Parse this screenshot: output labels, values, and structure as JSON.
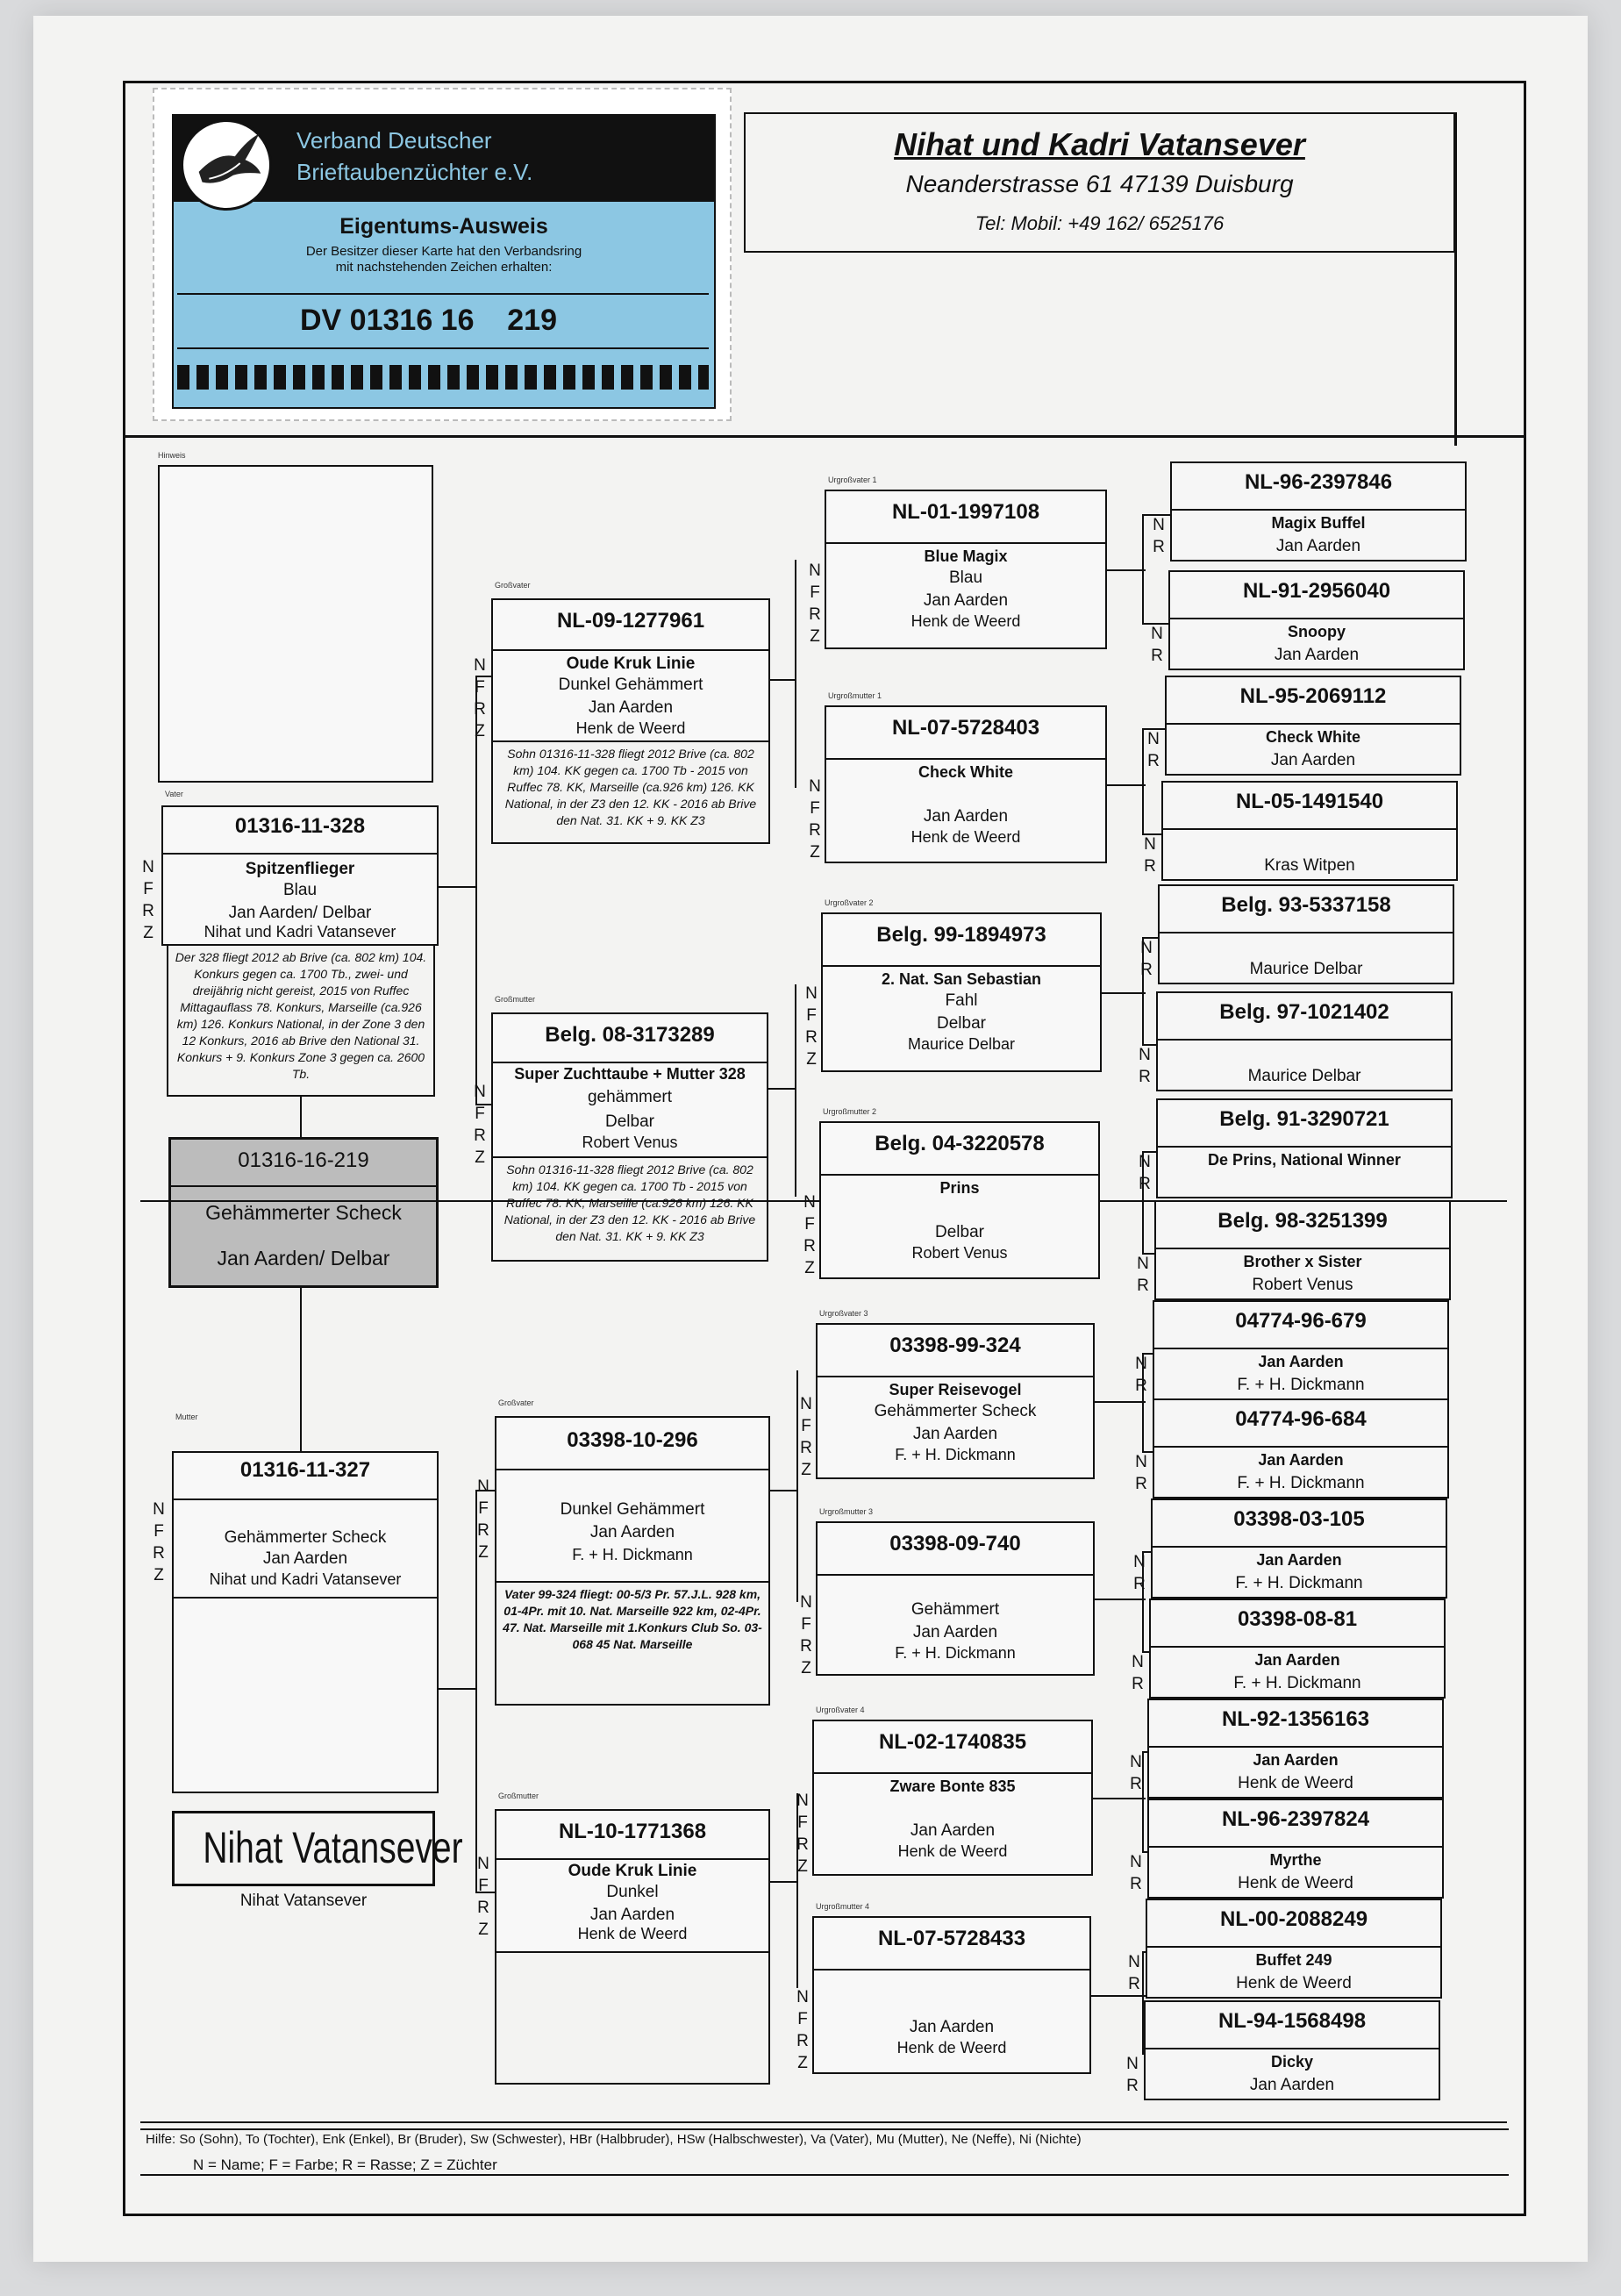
{
  "card": {
    "org_line1": "Verband Deutscher",
    "org_line2": "Brieftaubenzüchter e.V.",
    "title": "Eigentums-Ausweis",
    "text1": "Der Besitzer dieser Karte hat den Verbandsring",
    "text2": "mit nachstehenden Zeichen erhalten:",
    "ring": "DV 01316 16    219"
  },
  "owner": {
    "name": "Nihat und Kadri Vatansever",
    "address": "Neanderstrasse 61 47139 Duisburg",
    "phone": "Tel:  Mobil: +49 162/ 6525176"
  },
  "section_labels": {
    "hinweis": "Hinweis",
    "vater": "Vater",
    "mutter": "Mutter",
    "grossvater": "Großvater",
    "grossmutter": "Großmutter",
    "ugv1": "Urgroßvater 1",
    "ugm1": "Urgroßmutter 1",
    "ugv2": "Urgroßvater 2",
    "ugm2": "Urgroßmutter 2",
    "ugv3": "Urgroßvater 3",
    "ugm3": "Urgroßmutter 3",
    "ugv4": "Urgroßvater 4",
    "ugm4": "Urgroßmutter 4"
  },
  "side_letters": {
    "n": "N",
    "f": "F",
    "r": "R",
    "z": "Z"
  },
  "subject": {
    "ring": "01316-16-219",
    "color": "Gehämmerter Scheck",
    "breeder": "Jan Aarden/ Delbar"
  },
  "father": {
    "ring": "01316-11-328",
    "name": "Spitzenflieger",
    "color": "Blau",
    "breeder": "Jan Aarden/ Delbar",
    "owner": "Nihat und Kadri Vatansever",
    "note": "Der 328 fliegt 2012 ab Brive (ca. 802 km) 104. Konkurs gegen ca. 1700 Tb., zwei- und dreijährig nicht gereist, 2015 von Ruffec Mittagauflass 78. Konkurs, Marseille (ca.926 km) 126. Konkurs National, in der Zone 3 den 12 Konkurs, 2016 ab Brive den National 31. Konkurs + 9. Konkurs Zone 3 gegen ca. 2600 Tb."
  },
  "mother": {
    "ring": "01316-11-327",
    "color": "Gehämmerter Scheck",
    "breeder": "Jan Aarden",
    "owner": "Nihat und Kadri Vatansever"
  },
  "gf1": {
    "ring": "NL-09-1277961",
    "name": "Oude Kruk Linie",
    "color": "Dunkel Gehämmert",
    "breeder": "Jan Aarden",
    "owner": "Henk de Weerd",
    "note": "Sohn 01316-11-328 fliegt 2012 Brive (ca. 802 km) 104. KK gegen ca. 1700 Tb - 2015 von Ruffec 78. KK, Marseille (ca.926 km) 126. KK National, in der Z3 den 12. KK -  2016 ab Brive den Nat. 31. KK + 9. KK Z3"
  },
  "gm1": {
    "ring": "Belg. 08-3173289",
    "name": "Super Zuchttaube + Mutter 328",
    "color": "gehämmert",
    "breeder": "Delbar",
    "owner": "Robert Venus",
    "note": "Sohn 01316-11-328 fliegt 2012 Brive (ca. 802 km) 104. KK gegen ca. 1700 Tb - 2015 von Ruffec 78. KK, Marseille (ca.926 km) 126. KK National, in der Z3 den 12. KK -  2016 ab Brive den Nat. 31. KK + 9. KK Z3"
  },
  "gf2": {
    "ring": "03398-10-296",
    "name": "",
    "color": "Dunkel Gehämmert",
    "breeder": "Jan Aarden",
    "owner": "F. + H. Dickmann",
    "note": "Vater 99-324 fliegt: 00-5/3 Pr. 57.J.L. 928 km, 01-4Pr. mit 10. Nat. Marseille 922 km, 02-4Pr. 47. Nat. Marseille mit 1.Konkurs Club So. 03-068 45 Nat. Marseille"
  },
  "gm2": {
    "ring": "NL-10-1771368",
    "name": "Oude Kruk Linie",
    "color": "Dunkel",
    "breeder": "Jan Aarden",
    "owner": "Henk de Weerd"
  },
  "ug": [
    {
      "ring": "NL-01-1997108",
      "name": "Blue Magix",
      "color": "Blau",
      "breeder": "Jan Aarden",
      "owner": "Henk de Weerd"
    },
    {
      "ring": "NL-07-5728403",
      "name": "Check White",
      "color": "",
      "breeder": "Jan Aarden",
      "owner": "Henk de Weerd"
    },
    {
      "ring": "Belg. 99-1894973",
      "name": "2. Nat. San Sebastian",
      "color": "Fahl",
      "breeder": "Delbar",
      "owner": "Maurice Delbar"
    },
    {
      "ring": "Belg. 04-3220578",
      "name": "Prins",
      "color": "",
      "breeder": "Delbar",
      "owner": "Robert Venus"
    },
    {
      "ring": "03398-99-324",
      "name": "Super Reisevogel",
      "color": "Gehämmerter Scheck",
      "breeder": "Jan Aarden",
      "owner": "F. + H. Dickmann"
    },
    {
      "ring": "03398-09-740",
      "name": "",
      "color": "Gehämmert",
      "breeder": "Jan Aarden",
      "owner": "F. + H. Dickmann"
    },
    {
      "ring": "NL-02-1740835",
      "name": "Zware Bonte 835",
      "color": "",
      "breeder": "Jan Aarden",
      "owner": "Henk de Weerd"
    },
    {
      "ring": "NL-07-5728433",
      "name": "",
      "color": "",
      "breeder": "Jan Aarden",
      "owner": "Henk de Weerd"
    }
  ],
  "uug": [
    {
      "ring": "NL-96-2397846",
      "name": "Magix Buffel",
      "breeder": "Jan Aarden"
    },
    {
      "ring": "NL-91-2956040",
      "name": "Snoopy",
      "breeder": "Jan Aarden"
    },
    {
      "ring": "NL-95-2069112",
      "name": "Check White",
      "breeder": "Jan Aarden"
    },
    {
      "ring": "NL-05-1491540",
      "name": "",
      "breeder": "Kras Witpen"
    },
    {
      "ring": "Belg. 93-5337158",
      "name": "",
      "breeder": "Maurice Delbar"
    },
    {
      "ring": "Belg. 97-1021402",
      "name": "",
      "breeder": "Maurice Delbar"
    },
    {
      "ring": "Belg. 91-3290721",
      "name": "De Prins, National Winner",
      "breeder": ""
    },
    {
      "ring": "Belg. 98-3251399",
      "name": "Brother x Sister",
      "breeder": "Robert Venus"
    },
    {
      "ring": "04774-96-679",
      "name": "Jan Aarden",
      "breeder": "F. + H. Dickmann"
    },
    {
      "ring": "04774-96-684",
      "name": "Jan Aarden",
      "breeder": "F. + H. Dickmann"
    },
    {
      "ring": "03398-03-105",
      "name": "Jan Aarden",
      "breeder": "F. + H. Dickmann"
    },
    {
      "ring": "03398-08-81",
      "name": "Jan Aarden",
      "breeder": "F. + H. Dickmann"
    },
    {
      "ring": "NL-92-1356163",
      "name": "Jan Aarden",
      "breeder": "Henk de Weerd"
    },
    {
      "ring": "NL-96-2397824",
      "name": "Myrthe",
      "breeder": "Henk de Weerd"
    },
    {
      "ring": "NL-00-2088249",
      "name": "Buffet 249",
      "breeder": "Henk de Weerd"
    },
    {
      "ring": "NL-94-1568498",
      "name": "Dicky",
      "breeder": "Jan Aarden"
    }
  ],
  "signature": {
    "stamp": "Nihat  Vatansever",
    "caption": "Nihat Vatansever"
  },
  "footer": {
    "help": "Hilfe: So (Sohn), To (Tochter), Enk (Enkel), Br (Bruder), Sw (Schwester), HBr (Halbbruder), HSw (Halbschwester), Va (Vater), Mu (Mutter), Ne (Neffe), Ni (Nichte)",
    "legend": "N = Name; F = Farbe; R = Rasse; Z = Züchter"
  }
}
